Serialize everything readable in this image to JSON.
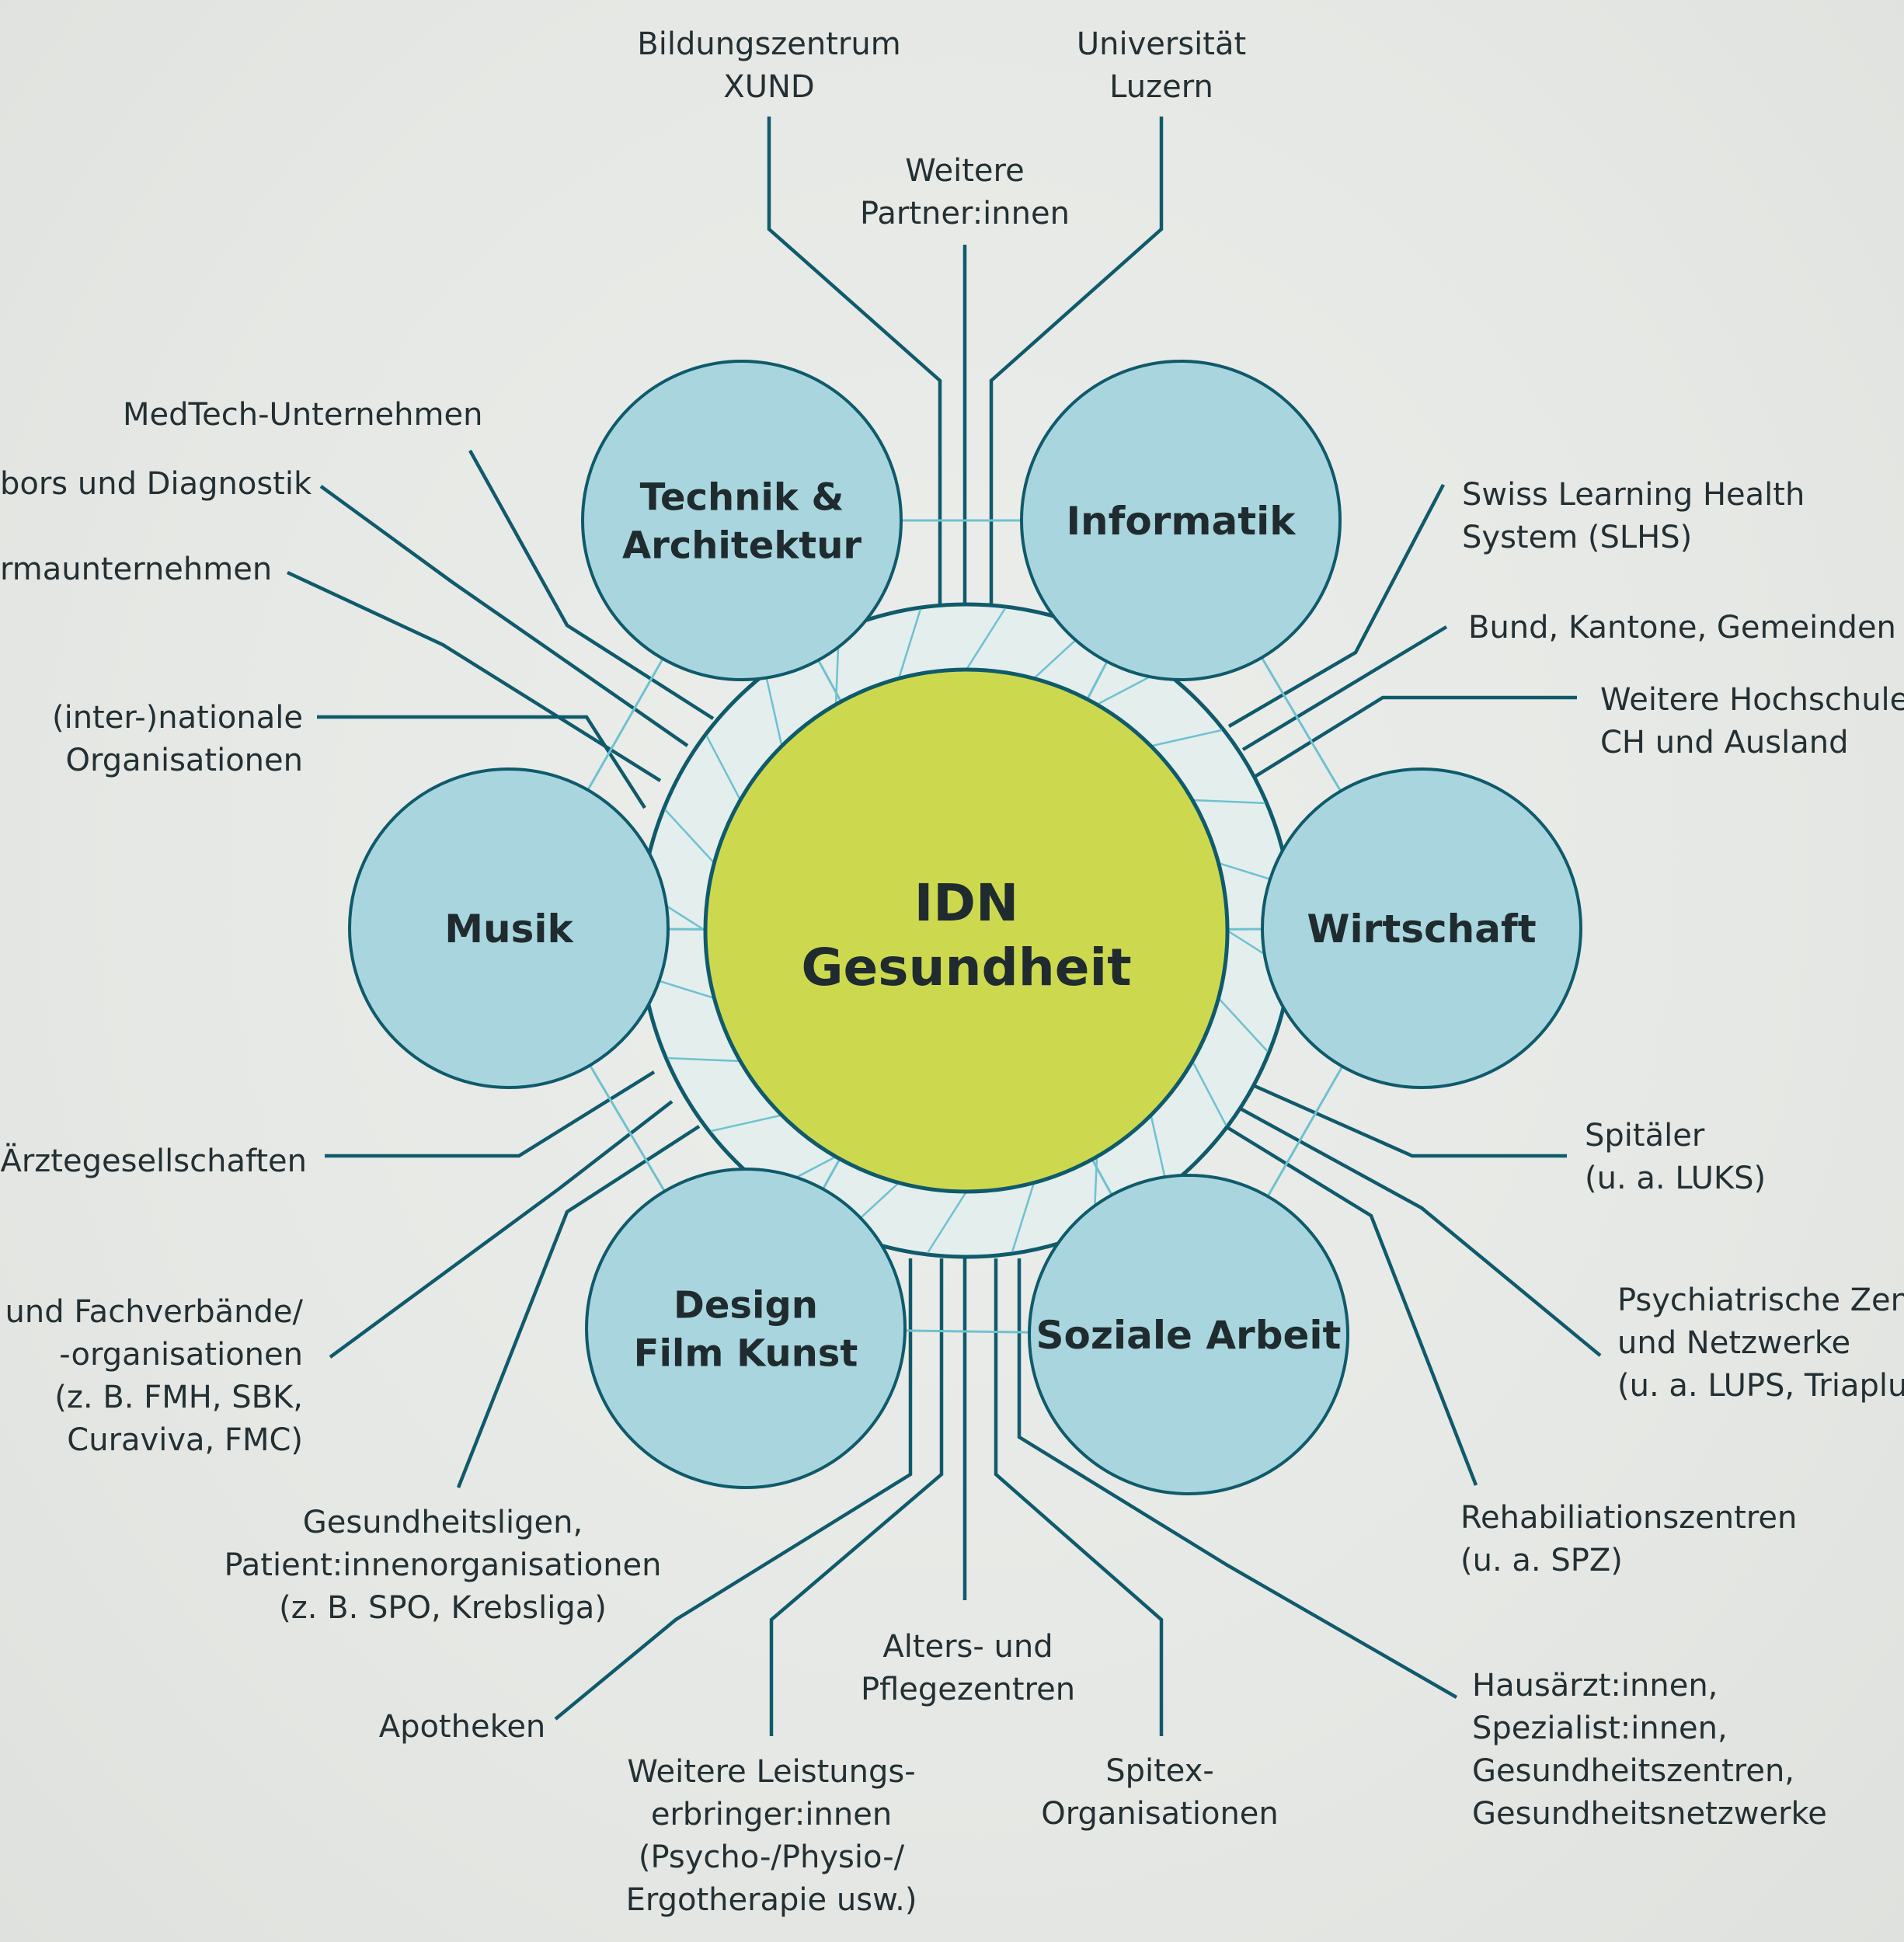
{
  "center": {
    "line1": "IDN",
    "line2": "Gesundheit"
  },
  "departments": [
    {
      "id": "technik",
      "lines": [
        "Technik &",
        "Architektur"
      ]
    },
    {
      "id": "informatik",
      "lines": [
        "Informatik"
      ]
    },
    {
      "id": "wirtschaft",
      "lines": [
        "Wirtschaft"
      ]
    },
    {
      "id": "soziale-arbeit",
      "lines": [
        "Soziale Arbeit"
      ]
    },
    {
      "id": "design",
      "lines": [
        "Design",
        "Film Kunst"
      ]
    },
    {
      "id": "musik",
      "lines": [
        "Musik"
      ]
    }
  ],
  "partners": [
    {
      "id": "bildungszentrum",
      "lines": [
        "Bildungszentrum",
        "XUND"
      ]
    },
    {
      "id": "weitere-partner",
      "lines": [
        "Weitere",
        "Partner:innen"
      ]
    },
    {
      "id": "universitaet",
      "lines": [
        "Universität",
        "Luzern"
      ]
    },
    {
      "id": "medtech",
      "lines": [
        "MedTech-Unternehmen"
      ]
    },
    {
      "id": "labors",
      "lines": [
        "bors und Diagnostik"
      ]
    },
    {
      "id": "pharma",
      "lines": [
        "rmaunternehmen"
      ]
    },
    {
      "id": "international",
      "lines": [
        "(inter-)nationale",
        "Organisationen"
      ]
    },
    {
      "id": "slhs",
      "lines": [
        "Swiss Learning Health",
        "System (SLHS)"
      ]
    },
    {
      "id": "bund",
      "lines": [
        "Bund, Kantone, Gemeinden"
      ]
    },
    {
      "id": "hochschulen",
      "lines": [
        "Weitere Hochschule",
        "CH und Ausland"
      ]
    },
    {
      "id": "aerzte",
      "lines": [
        "Ärztegesellschaften"
      ]
    },
    {
      "id": "fachverbaende",
      "lines": [
        "- und Fachverbände/",
        "-organisationen",
        "(z. B. FMH, SBK,",
        "Curaviva, FMC)"
      ]
    },
    {
      "id": "spitaeler",
      "lines": [
        "Spitäler",
        "(u. a. LUKS)"
      ]
    },
    {
      "id": "psychiatrie",
      "lines": [
        "Psychiatrische Zent",
        "und Netzwerke",
        "(u. a. LUPS, Triaplus"
      ]
    },
    {
      "id": "gesundheitsligen",
      "lines": [
        "Gesundheitsligen,",
        "Patient:innenorganisationen",
        "(z. B. SPO, Krebsliga)"
      ]
    },
    {
      "id": "rehabilitation",
      "lines": [
        "Rehabiliationszentren",
        "(u. a. SPZ)"
      ]
    },
    {
      "id": "apotheken",
      "lines": [
        "Apotheken"
      ]
    },
    {
      "id": "alterszentren",
      "lines": [
        "Alters- und",
        "Pflegezentren"
      ]
    },
    {
      "id": "hausaerzte",
      "lines": [
        "Hausärzt:innen,",
        "Spezialist:innen,",
        "Gesundheitszentren,",
        "Gesundheitsnetzwerke"
      ]
    },
    {
      "id": "leistungserbringer",
      "lines": [
        "Weitere Leistungs-",
        "erbringer:innen",
        "(Psycho-/Physio-/",
        "Ergotherapie usw.)"
      ]
    },
    {
      "id": "spitex",
      "lines": [
        "Spitex-",
        "Organisationen"
      ]
    }
  ],
  "colors": {
    "line": "#0f5a6b",
    "thin_line": "#6fc1cf",
    "department_fill": "#a9d6de",
    "center_fill": "#ccd94f",
    "ring_fill": "#e3eeed"
  }
}
